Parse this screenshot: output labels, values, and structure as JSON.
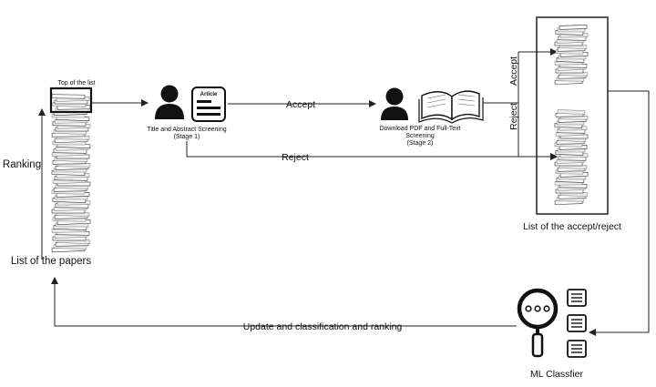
{
  "labels": {
    "top_of_list": "Top of the list",
    "ranking": "Ranking",
    "list_of_papers": "List of the papers",
    "stage1_line1": "Title and Abstract Screening",
    "stage1_line2": "(Stage 1)",
    "article": "Article",
    "accept_mid": "Accept",
    "reject_mid": "Reject",
    "stage2_line1": "Download PDF and Full-Text",
    "stage2_line2": "Screening",
    "stage2_line3": "(Stage 2)",
    "accept_vertical": "Accept",
    "reject_vertical": "Reject",
    "accept_reject_list": "List of the accept/reject",
    "update_loop": "Update and classification and ranking",
    "ml_classifier": "ML Classfier"
  },
  "icons": [
    "paper-stack-icon",
    "person-icon",
    "article-icon",
    "open-book-icon",
    "magnifier-icon",
    "document-list-icon"
  ]
}
